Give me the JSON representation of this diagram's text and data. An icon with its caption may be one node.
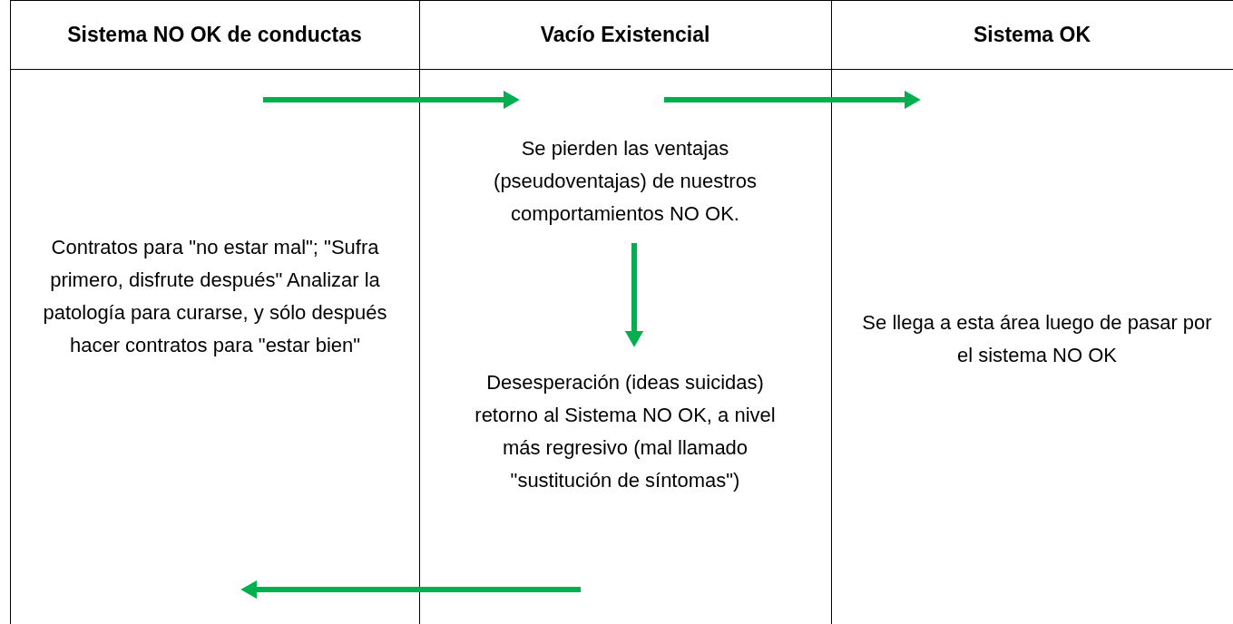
{
  "diagram": {
    "nodes": [
      {
        "text": [
          "Contratos para \"no estar mal\"; \"Sufra primero, disfrute después\" Analizar la patología para curarse, y sólo después hacer contratos para \"estar bien\""
        ]
      },
      {
        "text": [
          "Se pierden las ventajas (pseudoventajas) de nuestros comportamientos NO OK."
        ]
      },
      {
        "text": [
          "Desesperación (ideas suicidas) retorno al Sistema NO OK, a nivel más regresivo (mal llamado \"sustitución de síntomas\")"
        ]
      },
      {
        "text": [
          "Se llega a esta área luego de pasar por el sistema NO OK"
        ]
      }
    ],
    "edges": [
      {
        "from": null,
        "to": 1,
        "arrow": "to",
        "color": "#00b050"
      },
      {
        "from": 1,
        "to": null,
        "arrow": "to",
        "color": "#00b050"
      },
      {
        "from": 1,
        "to": 2,
        "arrow": "to",
        "color": "#00b050"
      },
      {
        "from": 2,
        "to": null,
        "arrow": "to",
        "color": "#00b050"
      }
    ],
    "labels": [
      "Sistema NO OK de conductas",
      "Vacío Existencial",
      "Sistema OK"
    ]
  }
}
